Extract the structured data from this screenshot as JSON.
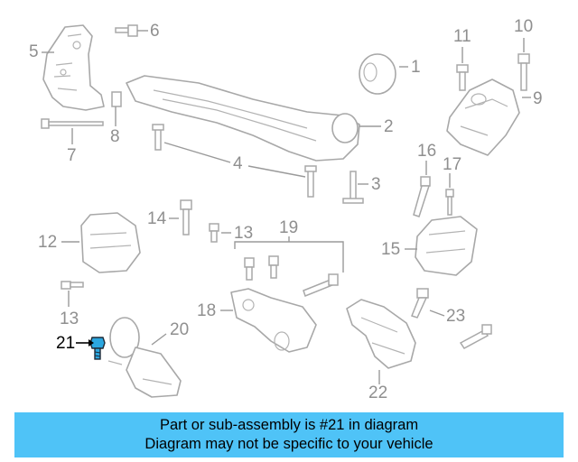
{
  "diagram": {
    "callouts": [
      {
        "id": "1",
        "label": "1",
        "highlighted": false
      },
      {
        "id": "2",
        "label": "2",
        "highlighted": false
      },
      {
        "id": "3",
        "label": "3",
        "highlighted": false
      },
      {
        "id": "4",
        "label": "4",
        "highlighted": false
      },
      {
        "id": "5",
        "label": "5",
        "highlighted": false
      },
      {
        "id": "6",
        "label": "6",
        "highlighted": false
      },
      {
        "id": "7",
        "label": "7",
        "highlighted": false
      },
      {
        "id": "8",
        "label": "8",
        "highlighted": false
      },
      {
        "id": "9",
        "label": "9",
        "highlighted": false
      },
      {
        "id": "10",
        "label": "10",
        "highlighted": false
      },
      {
        "id": "11",
        "label": "11",
        "highlighted": false
      },
      {
        "id": "12",
        "label": "12",
        "highlighted": false
      },
      {
        "id": "13a",
        "label": "13",
        "highlighted": false
      },
      {
        "id": "13b",
        "label": "13",
        "highlighted": false
      },
      {
        "id": "14",
        "label": "14",
        "highlighted": false
      },
      {
        "id": "15",
        "label": "15",
        "highlighted": false
      },
      {
        "id": "16",
        "label": "16",
        "highlighted": false
      },
      {
        "id": "17",
        "label": "17",
        "highlighted": false
      },
      {
        "id": "18",
        "label": "18",
        "highlighted": false
      },
      {
        "id": "19",
        "label": "19",
        "highlighted": false
      },
      {
        "id": "20",
        "label": "20",
        "highlighted": false
      },
      {
        "id": "21",
        "label": "21",
        "highlighted": true
      },
      {
        "id": "22",
        "label": "22",
        "highlighted": false
      },
      {
        "id": "23",
        "label": "23",
        "highlighted": false
      }
    ],
    "colors": {
      "callout": "#8f8f8f",
      "callout_highlight": "#000000",
      "highlighted_part": "#2ba7e0",
      "banner_bg": "#4fc3f7"
    }
  },
  "banner": {
    "line1": "Part or sub-assembly is #21 in diagram",
    "line2": "Diagram may not be specific to your vehicle"
  }
}
